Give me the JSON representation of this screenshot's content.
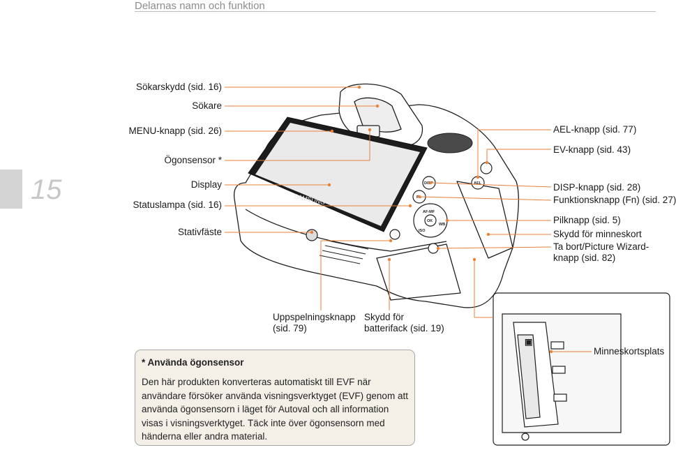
{
  "header": {
    "title": "Delarnas namn och funktion"
  },
  "page_number": "15",
  "labels_left": {
    "eyepiece_cover": "Sökarskydd (sid. 16)",
    "viewfinder": "Sökare",
    "menu_button": "MENU-knapp (sid. 26)",
    "eye_sensor": "Ögonsensor *",
    "display": "Display",
    "status_lamp": "Statuslampa (sid. 16)",
    "tripod_mount": "Stativfäste"
  },
  "labels_right": {
    "ael_button": "AEL-knapp (sid. 77)",
    "ev_button": "EV-knapp (sid. 43)",
    "disp_button": "DISP-knapp (sid. 28)",
    "fn_button": "Funktionsknapp (Fn) (sid. 27)",
    "navigation_button": "Pilknapp (sid. 5)",
    "memory_card_cover": "Skydd för minneskort",
    "delete_button": "Ta bort/Picture Wizard-knapp (sid. 82)"
  },
  "labels_bottom": {
    "playback_button": "Uppspelningsknapp (sid. 79)",
    "battery_cover": "Skydd för batterifack (sid. 19)",
    "memory_card_slot": "Minneskortsplats"
  },
  "camera_markings": {
    "brand": "SAMSUNG",
    "disp": "DISP",
    "fn": "Fn",
    "ael": "AEL",
    "afmf": "AF-MF",
    "ok": "OK",
    "wb": "WB",
    "iso": "ISO"
  },
  "note": {
    "title": "* Använda ögonsensor",
    "body": "Den här produkten konverteras automatiskt till EVF när användare försöker använda visningsverktyget (EVF) genom att använda ögonsensorn i läget för Autoval och all information visas i visningsverktyget. Täck inte över ögonsensorn med händerna eller andra material."
  },
  "colors": {
    "leader_line": "#e8823a",
    "note_background": "#f4f0e8",
    "page_tab": "#d4d4d4"
  }
}
